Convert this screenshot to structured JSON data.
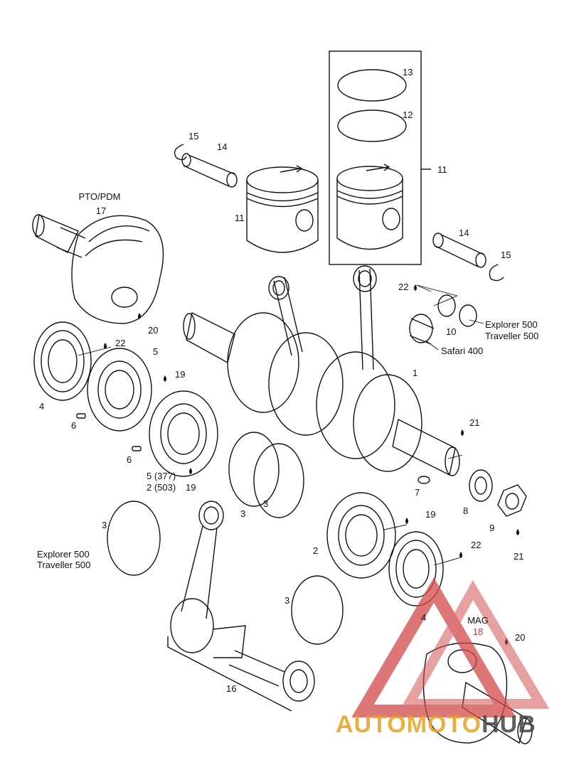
{
  "labels": {
    "p1": "1",
    "p2": "2",
    "p3a": "3",
    "p3b": "3",
    "p3c": "3",
    "p3d": "3",
    "p4a": "4",
    "p4b": "4",
    "p5": "5",
    "p5b": "5 (377)",
    "p2b": "2 (503)",
    "p6a": "6",
    "p6b": "6",
    "p7": "7",
    "p8": "8",
    "p9": "9",
    "p10": "10",
    "p11a": "11",
    "p11b": "11",
    "p12": "12",
    "p13": "13",
    "p14a": "14",
    "p14b": "14",
    "p15a": "15",
    "p15b": "15",
    "p16": "16",
    "p17": "17",
    "p18": "18",
    "p19a": "19",
    "p19b": "19",
    "p19c": "19",
    "p20a": "20",
    "p20b": "20",
    "p21a": "21",
    "p21b": "21",
    "p22a": "22",
    "p22b": "22",
    "p22c": "22",
    "pto": "PTO/PDM",
    "mag": "MAG",
    "expl1": "Explorer 500",
    "trav1": "Traveller 500",
    "expl2": "Explorer 500",
    "trav2": "Traveller 500",
    "safari": "Safari 400"
  },
  "watermark": {
    "brand_a": "AUTO",
    "brand_b": "MOTO",
    "brand_c": "HUB",
    "color_primary": "#e8a020",
    "color_secondary": "#d24a4a"
  }
}
